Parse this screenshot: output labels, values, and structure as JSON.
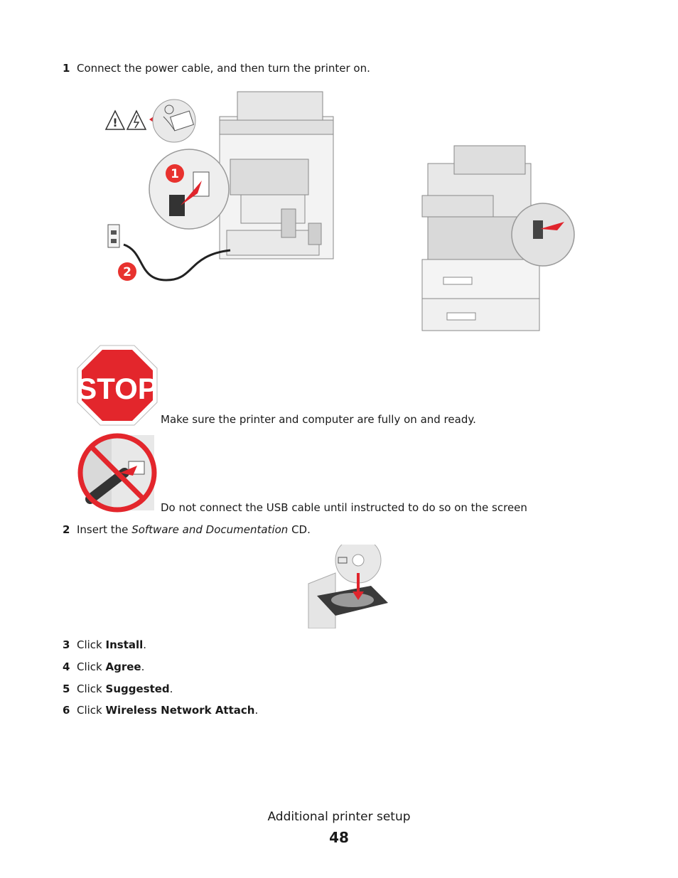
{
  "steps": {
    "s1": {
      "num": "1",
      "text": "Connect the power cable, and then turn the printer on."
    },
    "s2": {
      "num": "2",
      "pre": "Insert the ",
      "italic": "Software and Documentation",
      "post": " CD."
    },
    "s3": {
      "num": "3",
      "pre": "Click ",
      "bold": "Install",
      "post": "."
    },
    "s4": {
      "num": "4",
      "pre": "Click ",
      "bold": "Agree",
      "post": "."
    },
    "s5": {
      "num": "5",
      "pre": "Click ",
      "bold": "Suggested",
      "post": "."
    },
    "s6": {
      "num": "6",
      "pre": "Click ",
      "bold": "Wireless Network Attach",
      "post": "."
    }
  },
  "notes": {
    "stop_text": "Make sure the printer and computer are fully on and ready.",
    "usb_text": "Do not connect the USB cable until instructed to do so on the screen"
  },
  "icons": {
    "stop_sign_text": "STOP",
    "callout_1": "1",
    "callout_2": "2"
  },
  "footer": {
    "label": "Additional printer setup",
    "page_number": "48"
  },
  "colors": {
    "stop_red": "#e3262c",
    "callout_red": "#e8322e",
    "arrow_red": "#e0242c"
  }
}
